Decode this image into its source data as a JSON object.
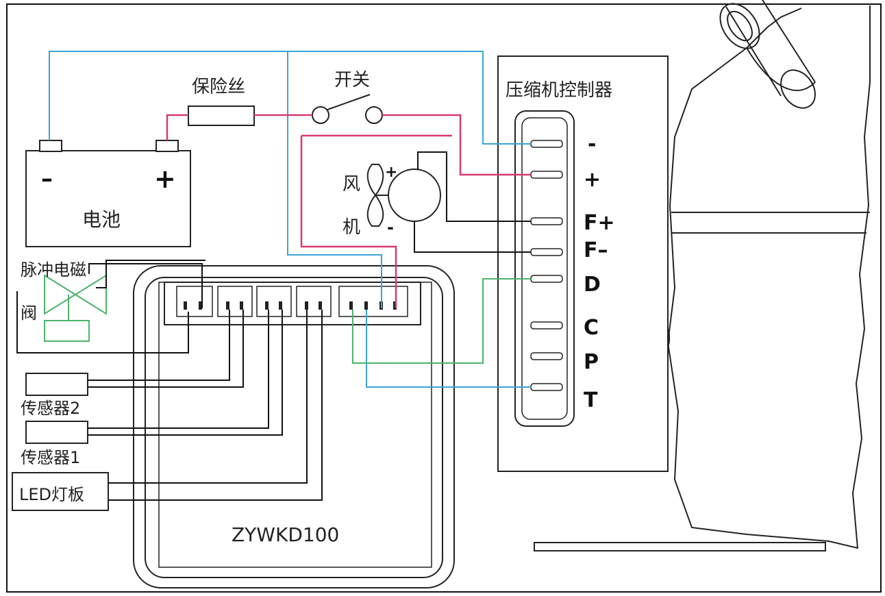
{
  "labels": {
    "fuse": "保险丝",
    "switch": "开关",
    "controller": "压缩机控制器",
    "battery": "电池",
    "battery_minus": "–",
    "battery_plus": "+",
    "fan_top": "风",
    "fan_bottom": "机",
    "fan_plus": "+",
    "fan_minus": "-",
    "valve_top": "脉冲电磁",
    "valve_bottom": "阀",
    "sensor2": "传感器2",
    "sensor1": "传感器1",
    "led": "LED灯板",
    "board": "ZYWKD100"
  },
  "controller_pins": [
    "-",
    "+",
    "F+",
    "F–",
    "D",
    "C",
    "P",
    "T"
  ],
  "colors": {
    "line": "#111111",
    "wire_blue": "#3aa3d6",
    "wire_red": "#d83a6a",
    "wire_green": "#4cb36a"
  }
}
